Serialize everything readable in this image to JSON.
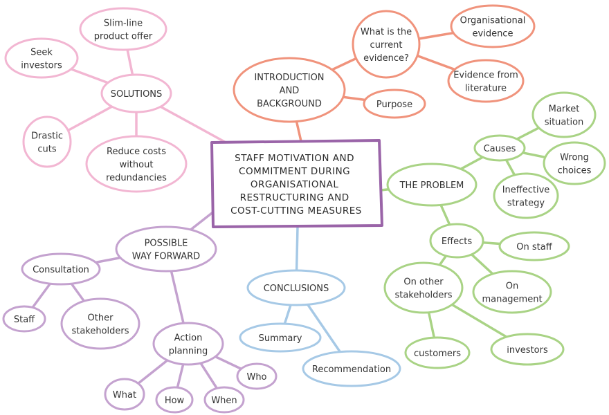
{
  "center": {
    "lines": [
      "STAFF MOTIVATION AND",
      "COMMITMENT DURING",
      "ORGANISATIONAL",
      "RESTRUCTURING AND",
      "COST-CUTTING MEASURES"
    ],
    "color": "#9a64a8"
  },
  "branches": [
    {
      "name": "solutions",
      "color": "#f2b6d2",
      "nodes": [
        {
          "id": "solutions",
          "lines": [
            "SOLUTIONS"
          ]
        },
        {
          "id": "slimline",
          "lines": [
            "Slim-line",
            "product offer"
          ]
        },
        {
          "id": "seek",
          "lines": [
            "Seek",
            "investors"
          ]
        },
        {
          "id": "drastic",
          "lines": [
            "Drastic",
            "cuts"
          ]
        },
        {
          "id": "reduce",
          "lines": [
            "Reduce costs",
            "without",
            "redundancies"
          ]
        }
      ],
      "edges": [
        [
          "center",
          "solutions"
        ],
        [
          "solutions",
          "slimline"
        ],
        [
          "solutions",
          "seek"
        ],
        [
          "solutions",
          "drastic"
        ],
        [
          "solutions",
          "reduce"
        ]
      ]
    },
    {
      "name": "introduction",
      "color": "#f0937c",
      "nodes": [
        {
          "id": "intro",
          "lines": [
            "INTRODUCTION",
            "AND",
            "BACKGROUND"
          ]
        },
        {
          "id": "evidence",
          "lines": [
            "What is the",
            "current",
            "evidence?"
          ]
        },
        {
          "id": "orgev",
          "lines": [
            "Organisational",
            "evidence"
          ]
        },
        {
          "id": "lit",
          "lines": [
            "Evidence from",
            "literature"
          ]
        },
        {
          "id": "purpose",
          "lines": [
            "Purpose"
          ]
        }
      ],
      "edges": [
        [
          "center",
          "intro"
        ],
        [
          "intro",
          "evidence"
        ],
        [
          "evidence",
          "orgev"
        ],
        [
          "evidence",
          "lit"
        ],
        [
          "intro",
          "purpose"
        ]
      ]
    },
    {
      "name": "problem",
      "color": "#a9d385",
      "nodes": [
        {
          "id": "problem",
          "lines": [
            "THE PROBLEM"
          ]
        },
        {
          "id": "causes",
          "lines": [
            "Causes"
          ]
        },
        {
          "id": "market",
          "lines": [
            "Market",
            "situation"
          ]
        },
        {
          "id": "wrong",
          "lines": [
            "Wrong",
            "choices"
          ]
        },
        {
          "id": "ineffective",
          "lines": [
            "Ineffective",
            "strategy"
          ]
        },
        {
          "id": "effects",
          "lines": [
            "Effects"
          ]
        },
        {
          "id": "onstaff",
          "lines": [
            "On staff"
          ]
        },
        {
          "id": "mgmt",
          "lines": [
            "On",
            "management"
          ]
        },
        {
          "id": "otherstake",
          "lines": [
            "On other",
            "stakeholders"
          ]
        },
        {
          "id": "customers",
          "lines": [
            "customers"
          ]
        },
        {
          "id": "investors",
          "lines": [
            "investors"
          ]
        }
      ],
      "edges": [
        [
          "center",
          "problem"
        ],
        [
          "problem",
          "causes"
        ],
        [
          "causes",
          "market"
        ],
        [
          "causes",
          "wrong"
        ],
        [
          "causes",
          "ineffective"
        ],
        [
          "problem",
          "effects"
        ],
        [
          "effects",
          "onstaff"
        ],
        [
          "effects",
          "mgmt"
        ],
        [
          "effects",
          "otherstake"
        ],
        [
          "otherstake",
          "customers"
        ],
        [
          "otherstake",
          "investors"
        ]
      ]
    },
    {
      "name": "way-forward",
      "color": "#c4a2cf",
      "nodes": [
        {
          "id": "possible",
          "lines": [
            "POSSIBLE",
            "WAY FORWARD"
          ]
        },
        {
          "id": "consult",
          "lines": [
            "Consultation"
          ]
        },
        {
          "id": "staff",
          "lines": [
            "Staff"
          ]
        },
        {
          "id": "otherst2",
          "lines": [
            "Other",
            "stakeholders"
          ]
        },
        {
          "id": "action",
          "lines": [
            "Action",
            "planning"
          ]
        },
        {
          "id": "what",
          "lines": [
            "What"
          ]
        },
        {
          "id": "how",
          "lines": [
            "How"
          ]
        },
        {
          "id": "when",
          "lines": [
            "When"
          ]
        },
        {
          "id": "who",
          "lines": [
            "Who"
          ]
        }
      ],
      "edges": [
        [
          "center",
          "possible"
        ],
        [
          "possible",
          "consult"
        ],
        [
          "consult",
          "staff"
        ],
        [
          "consult",
          "otherst2"
        ],
        [
          "possible",
          "action"
        ],
        [
          "action",
          "what"
        ],
        [
          "action",
          "how"
        ],
        [
          "action",
          "when"
        ],
        [
          "action",
          "who"
        ]
      ]
    },
    {
      "name": "conclusions",
      "color": "#a6c9e6",
      "nodes": [
        {
          "id": "conclusions",
          "lines": [
            "CONCLUSIONS"
          ]
        },
        {
          "id": "summary",
          "lines": [
            "Summary"
          ]
        },
        {
          "id": "rec",
          "lines": [
            "Recommendation"
          ]
        }
      ],
      "edges": [
        [
          "center",
          "conclusions"
        ],
        [
          "conclusions",
          "summary"
        ],
        [
          "conclusions",
          "rec"
        ]
      ]
    }
  ]
}
